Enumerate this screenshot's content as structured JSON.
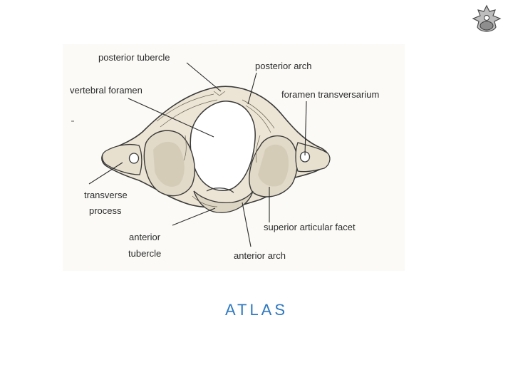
{
  "labels": {
    "posterior_tubercle": "posterior tubercle",
    "posterior_arch": "posterior arch",
    "vertebral_foramen": "vertebral foramen",
    "foramen_transversarium": "foramen transversarium",
    "transverse_process_1": "transverse",
    "transverse_process_2": "process",
    "superior_articular_facet": "superior articular facet",
    "anterior_tubercle_1": "anterior",
    "anterior_tubercle_2": "tubercle",
    "anterior_arch": "anterior arch"
  },
  "caption": "ATLAS",
  "colors": {
    "caption": "#2e78c0",
    "bone": "#e9e2d2",
    "outline": "#3a3a3a",
    "text": "#2a2a2a"
  },
  "logo_icon": "vertebra-icon"
}
